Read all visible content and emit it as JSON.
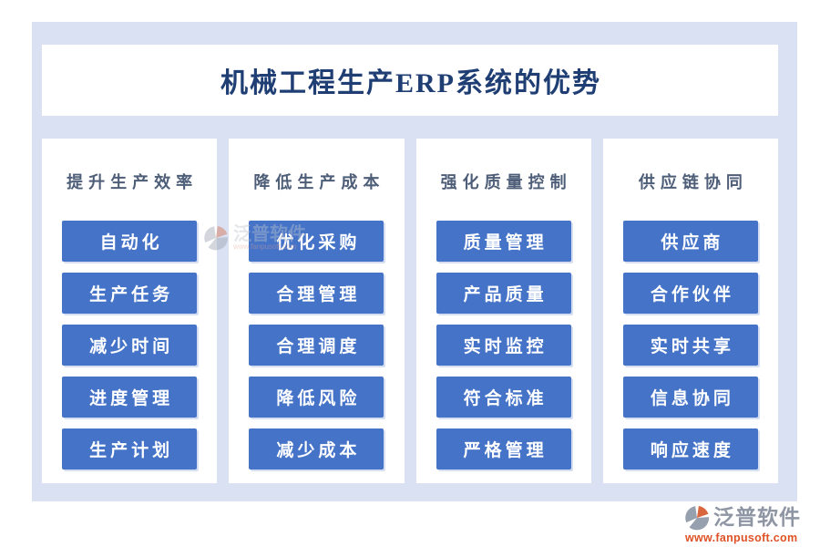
{
  "title": "机械工程生产ERP系统的优势",
  "columns": [
    {
      "header": "提升生产效率",
      "items": [
        "自动化",
        "生产任务",
        "减少时间",
        "进度管理",
        "生产计划"
      ]
    },
    {
      "header": "降低生产成本",
      "items": [
        "优化采购",
        "合理管理",
        "合理调度",
        "降低风险",
        "减少成本"
      ]
    },
    {
      "header": "强化质量控制",
      "items": [
        "质量管理",
        "产品质量",
        "实时监控",
        "符合标准",
        "严格管理"
      ]
    },
    {
      "header": "供应链协同",
      "items": [
        "供应商",
        "合作伙伴",
        "实时共享",
        "信息协同",
        "响应速度"
      ]
    }
  ],
  "branding": {
    "logo_text": "泛普软件",
    "website": "www.fanpusoft.com"
  },
  "colors": {
    "card_background": "#D9E1F3",
    "panel_background": "#FFFFFF",
    "button_blue": "#4573C8",
    "title_navy": "#1F3E74",
    "header_slate": "#4E5E78",
    "logo_gray": "#8E95A3",
    "logo_orange": "#DE5226"
  }
}
